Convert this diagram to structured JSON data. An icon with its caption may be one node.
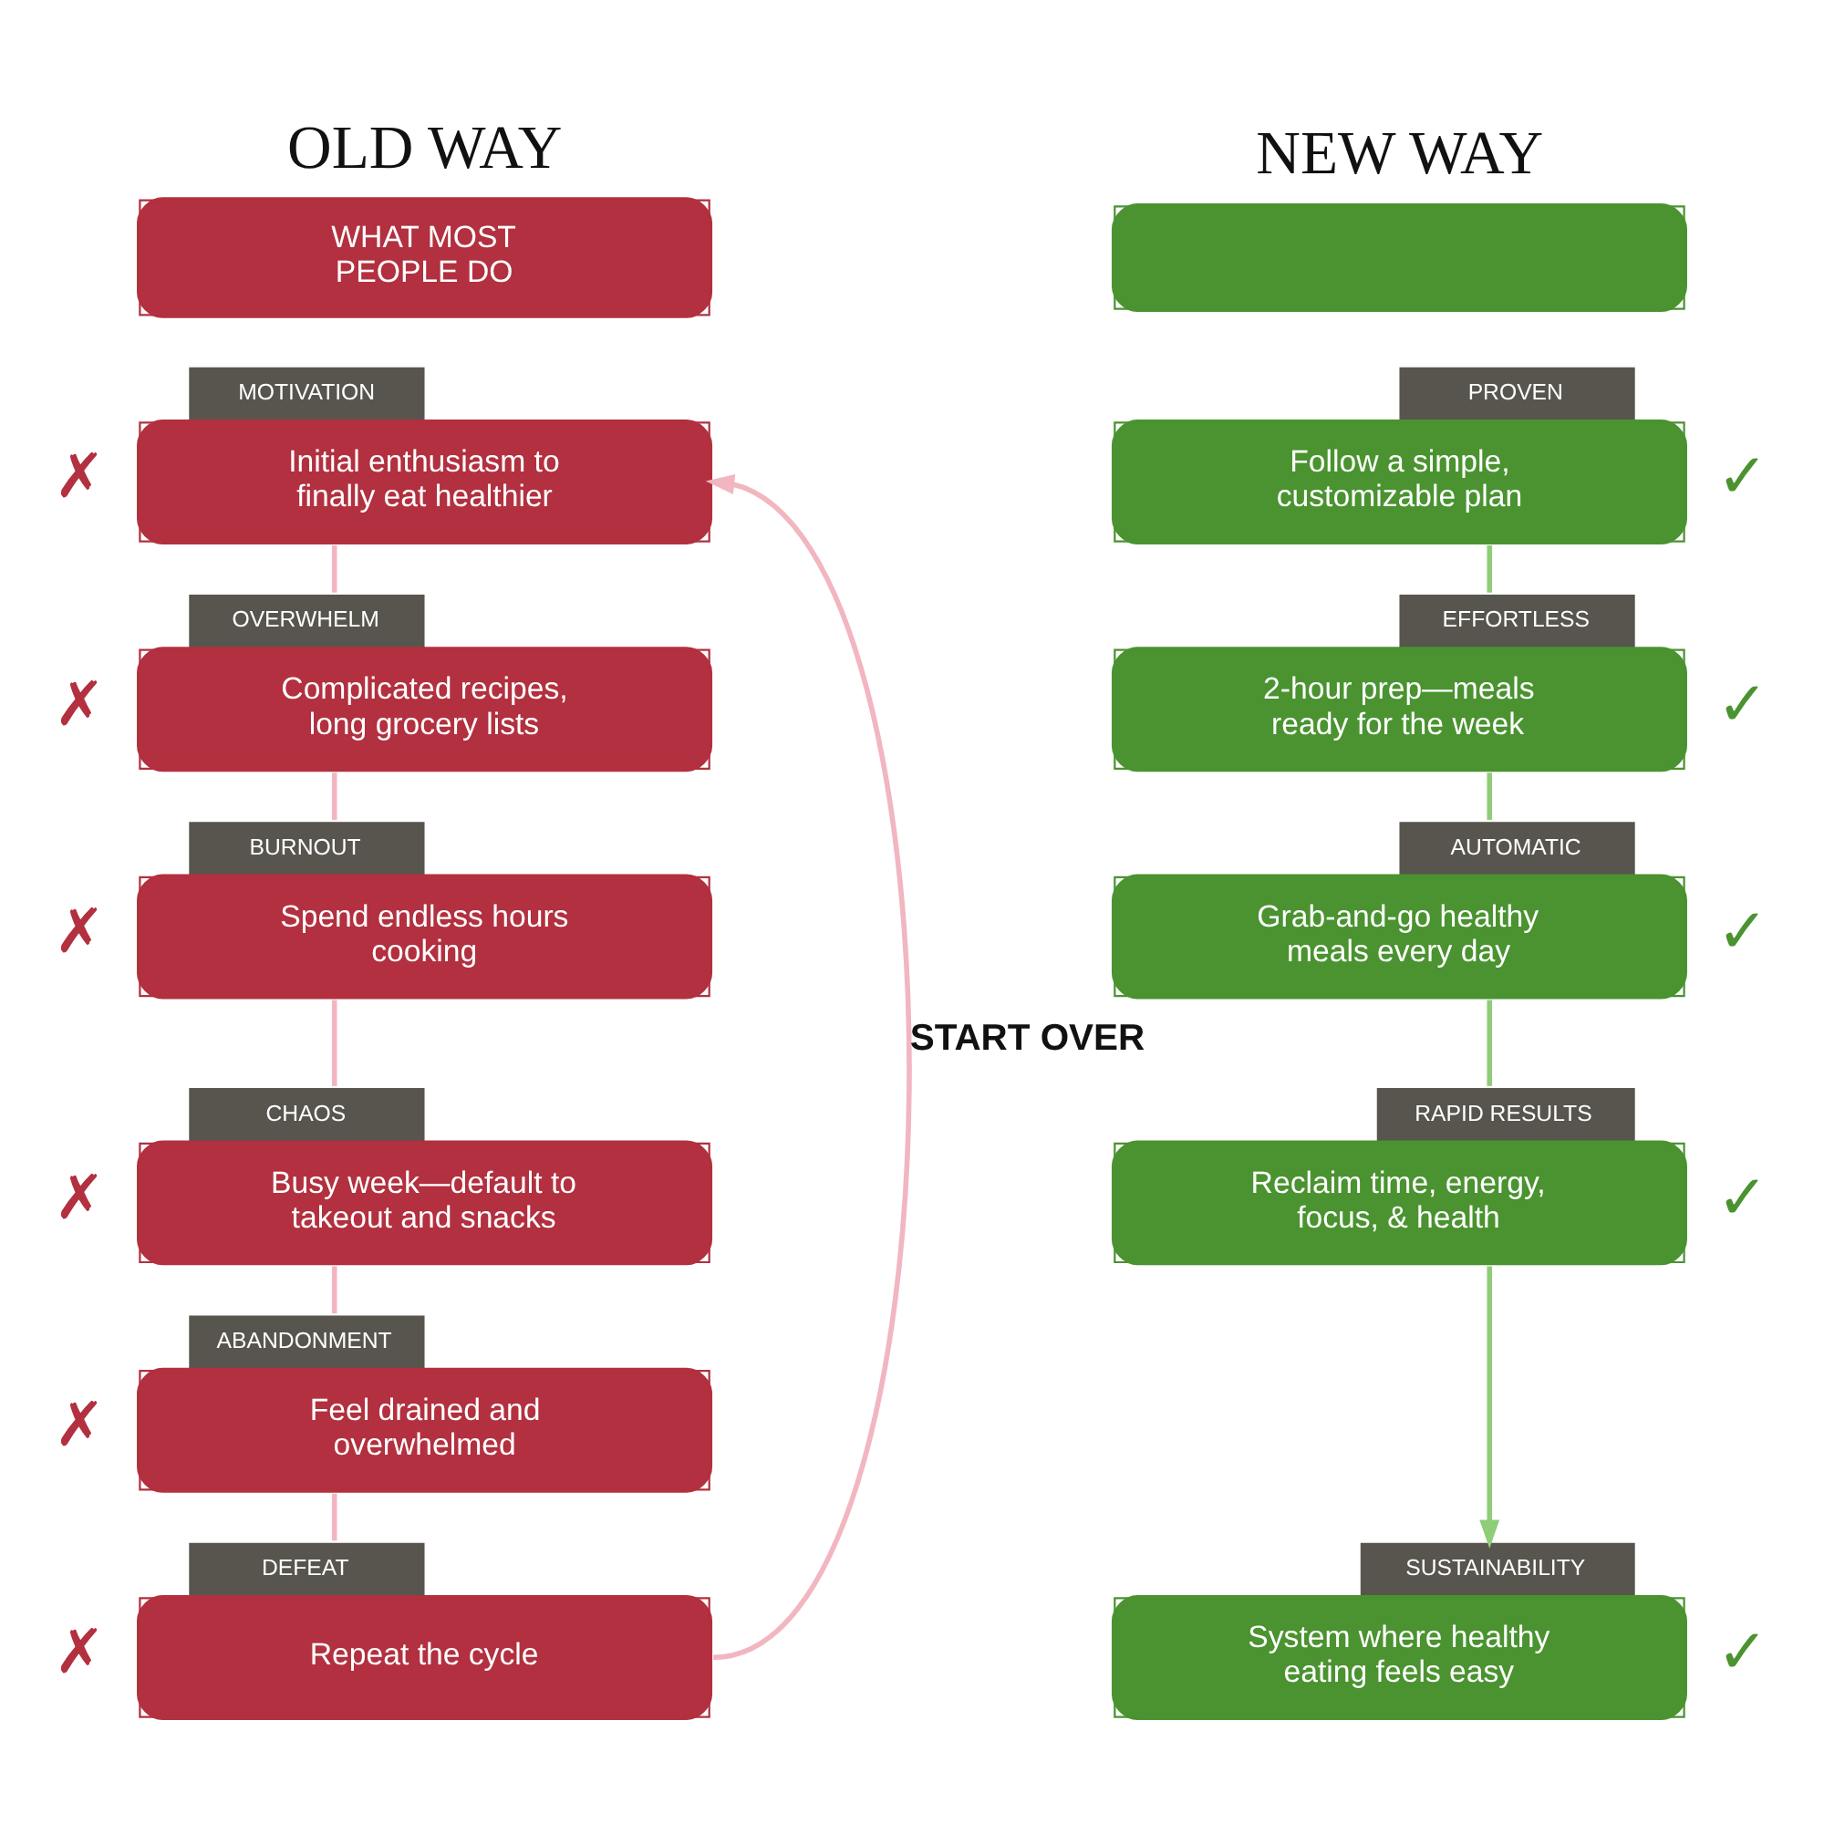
{
  "diagram": {
    "nodes": [
      {
        "text": [
          "OLD WAY",
          "WHAT MOST PEOPLE DO"
        ]
      },
      {
        "text": [
          "MOTIVATION",
          "Initial enthusiasm to finally eat healthier"
        ],
        "beside": [
          "✗"
        ]
      },
      {
        "text": [
          "OVERWHELM",
          "Complicated recipes, long grocery lists"
        ],
        "beside": [
          "✗"
        ]
      },
      {
        "text": [
          "BURNOUT",
          "Spend endless hours cooking"
        ],
        "beside": [
          "✗"
        ]
      },
      {
        "text": [
          "CHAOS",
          "Busy week—default to takeout and snacks"
        ],
        "beside": [
          "✗"
        ]
      },
      {
        "text": [
          "ABANDONMENT",
          "Feel drained and overwhelmed"
        ],
        "beside": [
          "✗"
        ]
      },
      {
        "text": [
          "DEFEAT",
          "Repeat the cycle"
        ],
        "beside": [
          "✗"
        ]
      },
      {
        "text": [
          "NEW WAY"
        ]
      },
      {
        "text": [
          "PROVEN",
          "Follow a simple, customizable plan"
        ],
        "beside": [
          "✓"
        ]
      },
      {
        "text": [
          "EFFORTLESS",
          "2-hour prep—meals ready for the week"
        ],
        "beside": [
          "✓"
        ]
      },
      {
        "text": [
          "AUTOMATIC",
          "Grab-and-go healthy meals every day"
        ],
        "beside": [
          "✓"
        ]
      },
      {
        "text": [
          "RAPID RESULTS",
          "Reclaim time, energy, focus, & health"
        ],
        "beside": [
          "✓"
        ]
      },
      {
        "text": [
          "SUSTAINABILITY",
          "System where healthy eating feels easy"
        ],
        "beside": [
          "✓"
        ]
      }
    ],
    "edges": [
      {
        "from": 1,
        "to": 2,
        "arrow": "none"
      },
      {
        "from": 2,
        "to": 3,
        "arrow": "none"
      },
      {
        "from": 3,
        "to": 4,
        "arrow": "none"
      },
      {
        "from": 4,
        "to": 5,
        "arrow": "none"
      },
      {
        "from": 5,
        "to": 6,
        "arrow": "none"
      },
      {
        "from": 6,
        "to": 1,
        "arrow": "to",
        "label": "START OVER"
      },
      {
        "from": 8,
        "to": 9,
        "arrow": "none",
        "color": "#8fcd78"
      },
      {
        "from": 9,
        "to": 10,
        "arrow": "none",
        "color": "#8fcd78"
      },
      {
        "from": 10,
        "to": 11,
        "arrow": "none",
        "color": "#8fcd78"
      },
      {
        "from": 11,
        "to": 12,
        "arrow": "to",
        "color": "#8fcd78"
      }
    ]
  }
}
